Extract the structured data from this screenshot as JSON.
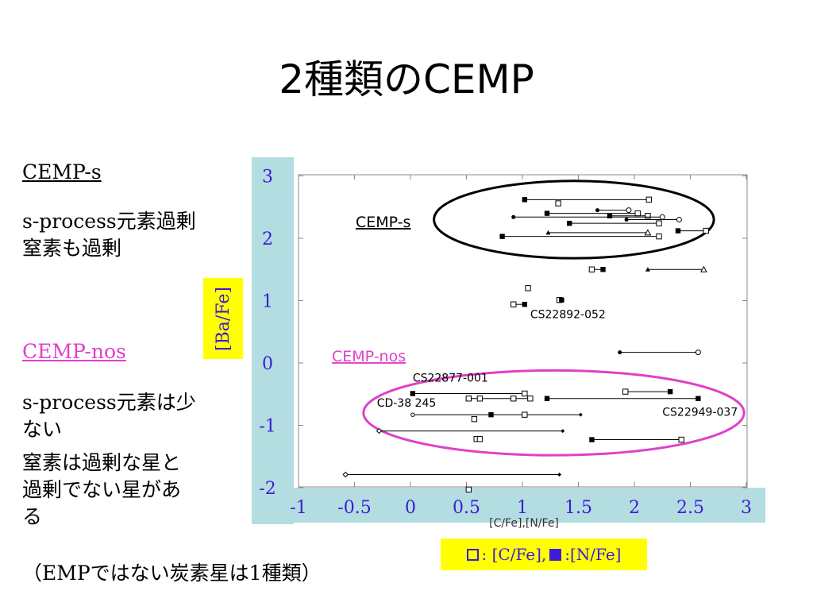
{
  "slide": {
    "title": "2種類のCEMP",
    "left": {
      "cemp_s_heading": "CEMP-s",
      "cemp_s_line1": "s-process元素過剰",
      "cemp_s_line2": "窒素も過剰",
      "cemp_nos_heading": "CEMP-nos",
      "cemp_nos_line1": "s-process元素は少",
      "cemp_nos_line2": "ない",
      "cemp_nos_line3": "窒素は過剰な星と",
      "cemp_nos_line4": "過剰でない星があ",
      "cemp_nos_line5": "る"
    },
    "footer": "（EMPではない炭素星は1種類）",
    "ylabel_box": "[Ba/Fe]",
    "legend": {
      "open": ": [C/Fe], ",
      "filled": ":[N/Fe]"
    },
    "original_xlabel": "[C/Fe],[N/Fe]"
  },
  "colors": {
    "pink": "#e040c8",
    "blue_text": "#3c1cd8",
    "axis_bg": "#b3dde0",
    "yellow": "#ffff00"
  },
  "chart_data": {
    "type": "scatter",
    "xlabel": "[C/Fe],[N/Fe]",
    "ylabel": "[Ba/Fe]",
    "xlim": [
      -1,
      3
    ],
    "ylim": [
      -2,
      3
    ],
    "x_ticks": [
      "-1",
      "-0.5",
      "0",
      "0.5",
      "1",
      "1.5",
      "2",
      "2.5",
      "3"
    ],
    "y_ticks": [
      "3",
      "2",
      "1",
      "0",
      "-1",
      "-2"
    ],
    "groups": [
      {
        "label": "CEMP-s",
        "center": [
          1.46,
          2.3
        ],
        "radii": [
          1.25,
          0.62
        ],
        "color": "#000000"
      },
      {
        "label": "CEMP-nos",
        "center": [
          1.28,
          -0.8
        ],
        "radii": [
          1.7,
          0.68
        ],
        "color": "#e040c8"
      }
    ],
    "star_labels": [
      {
        "text": "CS22892-052",
        "x": 1.07,
        "y": 0.72
      },
      {
        "text": "CS22877-001",
        "x": 0.02,
        "y": -0.3
      },
      {
        "text": "CD-38 245",
        "x": -0.3,
        "y": -0.7
      },
      {
        "text": "CS22949-037",
        "x": 2.25,
        "y": -0.85
      }
    ],
    "stars": [
      {
        "y": 2.62,
        "points": [
          {
            "x": 1.02,
            "m": "sq"
          },
          {
            "x": 2.13,
            "m": "osq"
          }
        ]
      },
      {
        "y": 2.56,
        "points": [
          {
            "x": 1.32,
            "m": "osq"
          }
        ]
      },
      {
        "y": 2.45,
        "points": [
          {
            "x": 1.67,
            "m": "dot"
          },
          {
            "x": 1.95,
            "m": "oc"
          }
        ]
      },
      {
        "y": 2.4,
        "points": [
          {
            "x": 1.22,
            "m": "sq"
          },
          {
            "x": 2.03,
            "m": "osq"
          }
        ]
      },
      {
        "y": 2.36,
        "points": [
          {
            "x": 1.78,
            "m": "sq"
          },
          {
            "x": 2.12,
            "m": "osq"
          }
        ]
      },
      {
        "y": 2.34,
        "points": [
          {
            "x": 0.92,
            "m": "dot"
          },
          {
            "x": 2.25,
            "m": "oc"
          }
        ]
      },
      {
        "y": 2.3,
        "points": [
          {
            "x": 1.93,
            "m": "dot"
          },
          {
            "x": 2.4,
            "m": "oc"
          }
        ]
      },
      {
        "y": 2.24,
        "points": [
          {
            "x": 1.42,
            "m": "sq"
          },
          {
            "x": 2.22,
            "m": "osq"
          }
        ]
      },
      {
        "y": 2.12,
        "points": [
          {
            "x": 2.39,
            "m": "sq"
          },
          {
            "x": 2.64,
            "m": "osq"
          }
        ]
      },
      {
        "y": 2.09,
        "points": [
          {
            "x": 1.23,
            "m": "tri"
          },
          {
            "x": 2.12,
            "m": "otri"
          }
        ]
      },
      {
        "y": 2.03,
        "points": [
          {
            "x": 0.82,
            "m": "sq"
          },
          {
            "x": 2.22,
            "m": "osq"
          }
        ]
      },
      {
        "y": 1.5,
        "points": [
          {
            "x": 1.62,
            "m": "osq"
          },
          {
            "x": 1.72,
            "m": "sq"
          }
        ]
      },
      {
        "y": 1.5,
        "points": [
          {
            "x": 2.12,
            "m": "tri"
          },
          {
            "x": 2.62,
            "m": "otri"
          }
        ]
      },
      {
        "y": 1.2,
        "points": [
          {
            "x": 1.05,
            "m": "osq"
          }
        ]
      },
      {
        "y": 1.01,
        "points": [
          {
            "x": 1.33,
            "m": "osq"
          },
          {
            "x": 1.35,
            "m": "sq"
          }
        ]
      },
      {
        "y": 0.94,
        "points": [
          {
            "x": 0.92,
            "m": "osq"
          },
          {
            "x": 1.02,
            "m": "sq"
          }
        ]
      },
      {
        "y": 0.17,
        "points": [
          {
            "x": 1.87,
            "m": "dot"
          },
          {
            "x": 2.57,
            "m": "oc"
          }
        ]
      },
      {
        "y": -0.46,
        "points": [
          {
            "x": 1.92,
            "m": "osq"
          },
          {
            "x": 2.32,
            "m": "sq"
          }
        ]
      },
      {
        "y": -0.49,
        "points": [
          {
            "x": 0.02,
            "m": "sq"
          },
          {
            "x": 1.02,
            "m": "osq"
          }
        ]
      },
      {
        "y": -0.57,
        "points": [
          {
            "x": 0.52,
            "m": "osq"
          },
          {
            "x": 0.62,
            "m": "osq"
          },
          {
            "x": 0.92,
            "m": "osq"
          },
          {
            "x": 1.07,
            "m": "osq"
          }
        ]
      },
      {
        "y": -0.57,
        "points": [
          {
            "x": 1.22,
            "m": "sq"
          },
          {
            "x": 2.57,
            "m": "sq"
          }
        ]
      },
      {
        "y": -0.83,
        "points": [
          {
            "x": 0.02,
            "m": "odot"
          },
          {
            "x": 0.72,
            "m": "sq"
          },
          {
            "x": 1.02,
            "m": "osq"
          },
          {
            "x": 1.52,
            "m": "diam"
          }
        ]
      },
      {
        "y": -0.9,
        "points": [
          {
            "x": 0.57,
            "m": "osq"
          }
        ]
      },
      {
        "y": -1.09,
        "points": [
          {
            "x": -0.28,
            "m": "odiam"
          },
          {
            "x": 1.36,
            "m": "diam"
          }
        ]
      },
      {
        "y": -1.22,
        "points": [
          {
            "x": 0.59,
            "m": "osq"
          },
          {
            "x": 0.62,
            "m": "osq"
          }
        ]
      },
      {
        "y": -1.23,
        "points": [
          {
            "x": 1.62,
            "m": "sq"
          },
          {
            "x": 2.42,
            "m": "osq"
          }
        ]
      },
      {
        "y": -1.79,
        "points": [
          {
            "x": -0.58,
            "m": "odiam"
          },
          {
            "x": 1.33,
            "m": "diam"
          }
        ]
      },
      {
        "y": -2.03,
        "points": [
          {
            "x": 0.52,
            "m": "osq"
          }
        ]
      }
    ]
  }
}
